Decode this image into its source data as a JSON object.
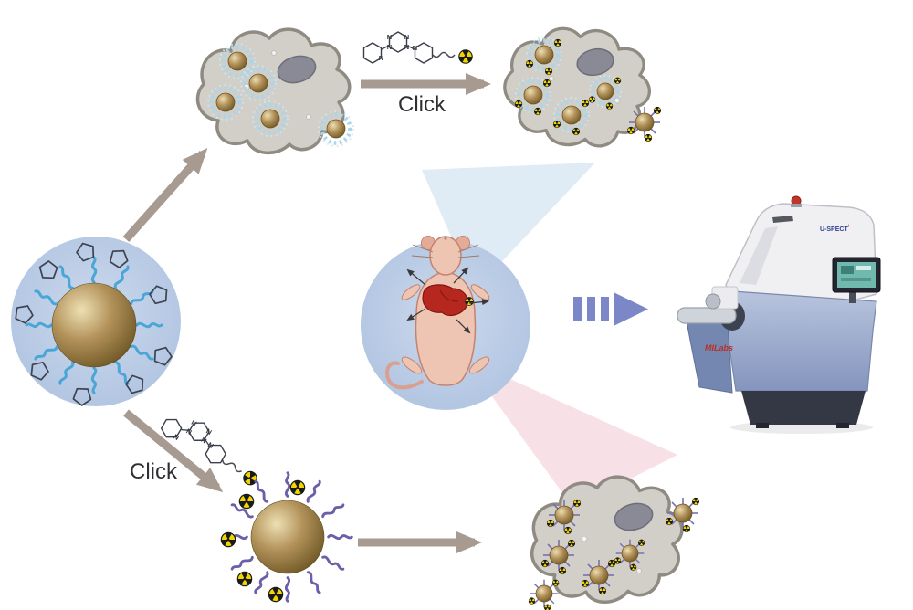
{
  "labels": {
    "click_top": "Click",
    "click_bottom": "Click"
  },
  "chemistry": {
    "atom_label": "N"
  },
  "scanner": {
    "model": "U-SPECT",
    "model_superscript": "+",
    "brand": "MILabs"
  },
  "icons": {
    "radioactive": "radioactive-trefoil",
    "nanoparticle": "gold-nanoparticle",
    "bioorthogonal_tag": "tco-pentagon-tag",
    "probe": "tetrazine-bispyridine-radioligand"
  },
  "colors": {
    "arrow": "#a79a90",
    "dashed_arrow": "#7b87c6",
    "circle_background": "#b9cbe3",
    "nanoparticle_gold": "#b3925a",
    "polymer_blue": "#49a6d6",
    "polymer_purple": "#6a5fa8",
    "radioactive_yellow": "#f2d500",
    "cell_body": "#d2cfc8",
    "cell_outline": "#8f8b83",
    "nucleus": "#8a8a96",
    "mouse_skin": "#eec4b2",
    "liver_red": "#b5271f",
    "beam_blue": "#d9e9f4",
    "beam_pink": "#f7dbe3",
    "scanner_body_blue": "#9fb0d2",
    "scanner_hood_white": "#f0f0f3"
  }
}
